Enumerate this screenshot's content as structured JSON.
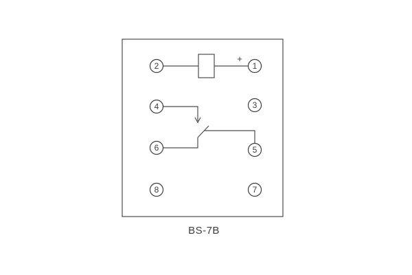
{
  "diagram": {
    "caption": "BS-7B",
    "polarity": "+",
    "terminals": {
      "t1": "1",
      "t2": "2",
      "t3": "3",
      "t4": "4",
      "t5": "5",
      "t6": "6",
      "t7": "7",
      "t8": "8"
    }
  }
}
